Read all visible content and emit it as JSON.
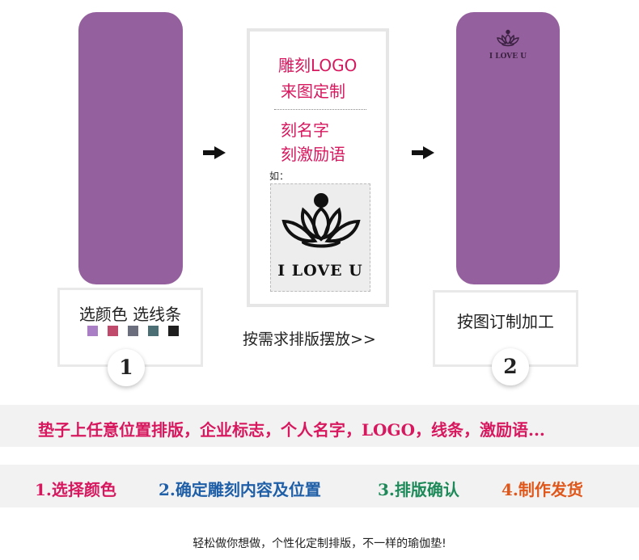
{
  "step1": {
    "title": "选颜色 选线条",
    "number": "1",
    "mat_color": "#94609d",
    "swatches": [
      "#a97ec4",
      "#bf4a6b",
      "#6b6e7c",
      "#4b6d74",
      "#1e1e1e"
    ]
  },
  "center": {
    "logo_line1": "雕刻LOGO",
    "logo_line2": "来图定制",
    "name_line1": "刻名字",
    "name_line2": "刻激励语",
    "example_label": "如：",
    "sample_text": "I LOVE U",
    "sample_icon": "lotus-icon",
    "caption": "按需求排版摆放>>"
  },
  "step2": {
    "title": "按图订制加工",
    "number": "2",
    "engrave_text": "I LOVE U",
    "engrave_icon": "lotus-icon"
  },
  "arrows": [
    "arrow-right-icon",
    "arrow-right-icon"
  ],
  "tagline": "垫子上任意位置排版，企业标志，个人名字，LOGO，线条，激励语...",
  "steps": [
    {
      "label": "1.选择颜色",
      "color": "#d7185e"
    },
    {
      "label": "2.确定雕刻内容及位置",
      "color": "#1f5fa8"
    },
    {
      "label": "3.排版确认",
      "color": "#1e8a5a"
    },
    {
      "label": "4.制作发货",
      "color": "#e0571b"
    }
  ],
  "footer": "轻松做你想做，个性化定制排版，不一样的瑜伽垫!"
}
